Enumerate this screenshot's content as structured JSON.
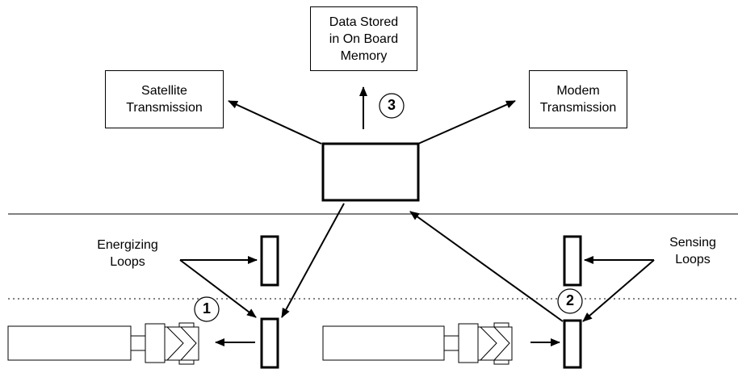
{
  "boxes": {
    "memory": "Data Stored\nin On Board\nMemory",
    "satellite": "Satellite\nTransmission",
    "modem": "Modem\nTransmission"
  },
  "labels": {
    "energizing": "Energizing\nLoops",
    "sensing": "Sensing\nLoops"
  },
  "steps": [
    "1",
    "2",
    "3"
  ]
}
